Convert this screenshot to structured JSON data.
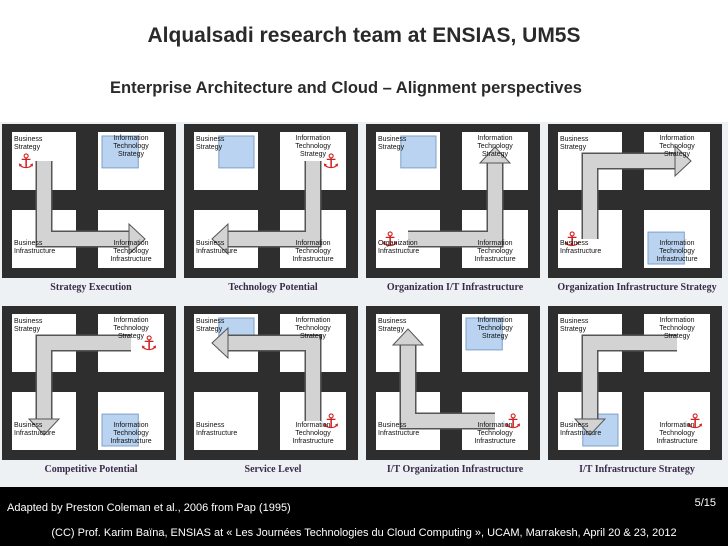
{
  "header": {
    "title": "Alqualsadi research team at ENSIAS, UM5S",
    "subtitle": "Enterprise Architecture and Cloud – Alignment perspectives"
  },
  "figure": {
    "panels": [
      {
        "caption": "Strategy Execution",
        "tl": "Business\nStrategy",
        "tr": "Information\nTechnology\nStrategy",
        "bl": "Business\nInfrastructure",
        "br": "Information\nTechnology\nInfrastructure",
        "anchor": "tl",
        "blue": "tr",
        "arrow": "tl-bl-br"
      },
      {
        "caption": "Technology Potential",
        "tl": "Business\nStrategy",
        "tr": "Information\nTechnology\nStrategy",
        "bl": "Business\nInfrastructure",
        "br": "Information\nTechnology\nInfrastructure",
        "anchor": "tr",
        "blue": "tl",
        "arrow": "tr-br-bl"
      },
      {
        "caption": "Organization I/T Infrastructure",
        "tl": "Business\nStrategy",
        "tr": "Information\nTechnology\nStrategy",
        "bl": "Organization\nInfrastructure",
        "br": "Information\nTechnology\nInfrastructure",
        "anchor": "bl",
        "blue": "tl",
        "arrow": "bl-br-tr"
      },
      {
        "caption": "Organization Infrastructure Strategy",
        "tl": "Business\nStrategy",
        "tr": "Information\nTechnology\nStrategy",
        "bl": "Business\nInfrastructure",
        "br": "Information\nTechnology\nInfrastructure",
        "anchor": "bl",
        "blue": "br",
        "arrow": "bl-tl-tr"
      },
      {
        "caption": "Competitive Potential",
        "tl": "Business\nStrategy",
        "tr": "Information\nTechnology\nStrategy",
        "bl": "Business\nInfrastructure",
        "br": "Information\nTechnology\nInfrastructure",
        "anchor": "tr",
        "blue": "br",
        "arrow": "tr-tl-bl"
      },
      {
        "caption": "Service Level",
        "tl": "Business\nStrategy",
        "tr": "Information\nTechnology\nStrategy",
        "bl": "Business\nInfrastructure",
        "br": "Information\nTechnology\nInfrastructure",
        "anchor": "br",
        "blue": "tl",
        "arrow": "br-tr-tl"
      },
      {
        "caption": "I/T Organization Infrastructure",
        "tl": "Business\nStrategy",
        "tr": "Information\nTechnology\nStrategy",
        "bl": "Business\nInfrastructure",
        "br": "Information\nTechnology\nInfrastructure",
        "anchor": "br",
        "blue": "tr",
        "arrow": "br-bl-tl"
      },
      {
        "caption": "I/T Infrastructure Strategy",
        "tl": "Business\nStrategy",
        "tr": "Information\nTechnology\nStrategy",
        "bl": "Business\nInfrastructure",
        "br": "Information\nTechnology\nInfrastructure",
        "anchor": "br",
        "blue": "bl",
        "arrow": "tr-tl-bl"
      }
    ]
  },
  "footer": {
    "credit": "Adapted by Preston Coleman et al., 2006 from Pap (1995)",
    "page": "5/15",
    "copyright": "(CC) Prof. Karim Baïna, ENSIAS at « Les Journées Technologies du Cloud Computing », UCAM, Marrakesh, April 20 & 23, 2012"
  },
  "colors": {
    "frame": "#2e2e2e",
    "box": "#ffffff",
    "blue": "#b9d3f0",
    "arrow": "#d3d3d3",
    "anchor": "#d22020",
    "footer": "#000000"
  }
}
